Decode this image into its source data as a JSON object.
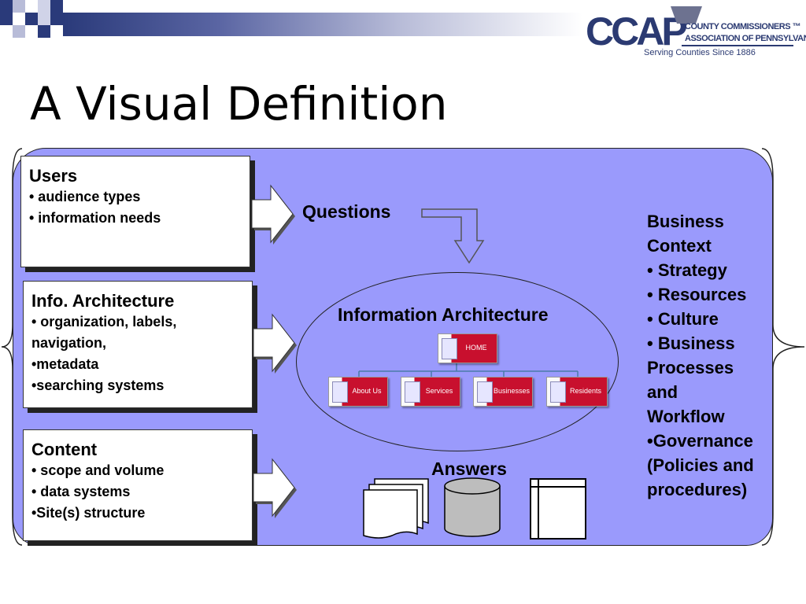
{
  "slide": {
    "title": "A Visual Definition"
  },
  "logo": {
    "main": "CCAP",
    "line1": "COUNTY COMMISSIONERS ™",
    "line2": "ASSOCIATION OF PENNSYLVANIA",
    "tagline": "Serving Counties Since 1886"
  },
  "boxes": {
    "users": {
      "title": "Users",
      "lines": [
        "•  audience types",
        "•  information needs"
      ]
    },
    "ia": {
      "title": "Info. Architecture",
      "lines": [
        "•  organization, labels,",
        "navigation,",
        "•metadata",
        "•searching systems"
      ]
    },
    "content": {
      "title": "Content",
      "lines": [
        "• scope and volume",
        "• data systems",
        "•Site(s) structure"
      ]
    }
  },
  "labels": {
    "questions": "Questions",
    "answers": "Answers",
    "ia_center": "Information Architecture"
  },
  "business": {
    "lines": [
      "Business",
      "Context",
      "• Strategy",
      "• Resources",
      "• Culture",
      "• Business",
      "Processes",
      "and",
      "Workflow",
      "•Governance",
      "(Policies and",
      "procedures)"
    ]
  },
  "sitemap": {
    "root": "HOME",
    "children": [
      "About Us",
      "Services",
      "Businesses",
      "Residents"
    ]
  },
  "colors": {
    "panel": "#9a9afc",
    "node_red": "#c8102e",
    "brand_navy": "#2b3a72"
  }
}
